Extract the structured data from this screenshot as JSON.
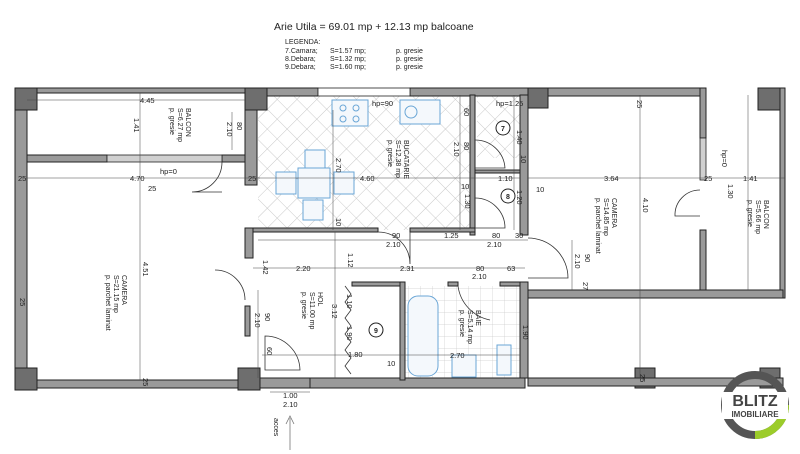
{
  "header": {
    "title": "Arie Utila = 69.01 mp + 12.13 mp balcoane",
    "legend_title": "LEGENDA:",
    "legend": [
      {
        "name": "7.Camara;",
        "area": "S=1.57 mp;",
        "floor": "p. gresie"
      },
      {
        "name": "8.Debara;",
        "area": "S=1.32 mp;",
        "floor": "p. gresie"
      },
      {
        "name": "9.Debara;",
        "area": "S=1.60 mp;",
        "floor": "p. gresie"
      }
    ]
  },
  "rooms": {
    "balcon_left": {
      "name": "BALCON",
      "area": "S=6.27 mp",
      "floor": "p. gresie"
    },
    "bucatarie": {
      "name": "BUCATARIE",
      "area": "S=12.38 mp",
      "floor": "p. gresie"
    },
    "camera_right": {
      "name": "CAMERA",
      "area": "S=14.85 mp",
      "floor": "p. parchet laminat"
    },
    "balcon_right": {
      "name": "BALCON",
      "area": "S=5.66 mp",
      "floor": "p. gresie"
    },
    "camera_left": {
      "name": "CAMERA",
      "area": "S=21.15 mp",
      "floor": "p. parchet laminat"
    },
    "hol": {
      "name": "HOL",
      "area": "S=11.00 mp",
      "floor": "p. gresie"
    },
    "baie": {
      "name": "BAIE",
      "area": "S=5.14 mp",
      "floor": "p. gresie"
    },
    "markers": [
      "7",
      "8",
      "9"
    ]
  },
  "dimensions": [
    "4.45",
    "1.41",
    "80",
    "2.10",
    "hp=0",
    "4.70",
    "25",
    "25",
    "25",
    "4.51",
    "25",
    "hp=90",
    "2.70",
    "4.60",
    "10",
    "60",
    "80",
    "2.10",
    "hp=1.25",
    "1.40",
    "10",
    "1.10",
    "1.20",
    "10",
    "1.30",
    "90",
    "2.10",
    "1.25",
    "80",
    "2.10",
    "30",
    "3.64",
    "10",
    "4.10",
    "25",
    "25",
    "hp=0",
    "1.41",
    "1.30",
    "90",
    "2.10",
    "27",
    "1.42",
    "2.20",
    "1.12",
    "2.31",
    "80",
    "2.10",
    "63",
    "3.12",
    "1.10",
    "1.90",
    "1.80",
    "10",
    "2.70",
    "1.90",
    "90",
    "2.10",
    "60",
    "1.00",
    "2.10",
    "25",
    "25"
  ],
  "entrance_label": "acces",
  "logo": {
    "text": "BLITZ",
    "subtext": "IMOBILIARE",
    "ring_color": "#555555",
    "accent_color": "#9ccc2a"
  },
  "colors": {
    "wall": "#9a9a9a",
    "pillar": "#6e6e6e",
    "fixtures": "#6aa6d6"
  }
}
